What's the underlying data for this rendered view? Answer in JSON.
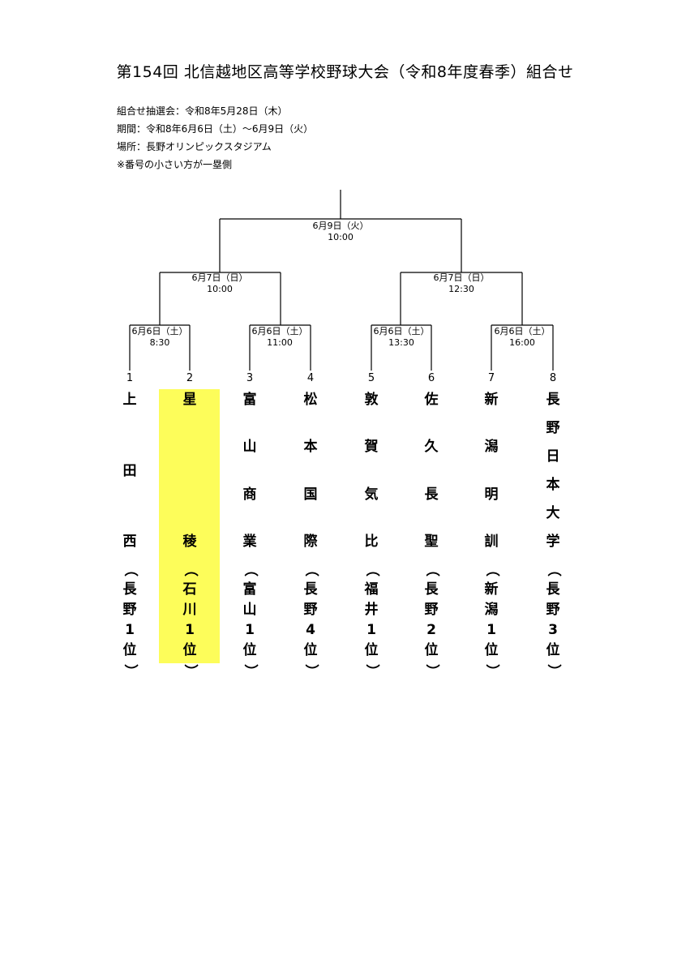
{
  "title": "第154回  北信越地区高等学校野球大会（令和8年度春季）組合せ",
  "info": {
    "draw": "組合せ抽選会：令和8年5月28日（木）",
    "period": "期間：令和8年6月6日（土）～6月9日（火）",
    "venue": "場所：長野オリンピックスタジアム",
    "note": "※番号の小さい方が一塁側"
  },
  "rounds": {
    "final": {
      "date": "6月9日（火）",
      "time": "10:00"
    },
    "semi1": {
      "date": "6月7日（日）",
      "time": "10:00"
    },
    "semi2": {
      "date": "6月7日（日）",
      "time": "12:30"
    },
    "q1": {
      "date": "6月6日（土）",
      "time": "8:30"
    },
    "q2": {
      "date": "6月6日（土）",
      "time": "11:00"
    },
    "q3": {
      "date": "6月6日（土）",
      "time": "13:30"
    },
    "q4": {
      "date": "6月6日（土）",
      "time": "16:00"
    }
  },
  "teams": [
    {
      "num": "1",
      "name": [
        "上",
        "田",
        "西"
      ],
      "pref": [
        "長",
        "野",
        "1",
        "位"
      ],
      "highlight": false
    },
    {
      "num": "2",
      "name": [
        "星",
        "稜"
      ],
      "pref": [
        "石",
        "川",
        "1",
        "位"
      ],
      "highlight": true
    },
    {
      "num": "3",
      "name": [
        "富",
        "山",
        "商",
        "業"
      ],
      "pref": [
        "富",
        "山",
        "1",
        "位"
      ],
      "highlight": false
    },
    {
      "num": "4",
      "name": [
        "松",
        "本",
        "国",
        "際"
      ],
      "pref": [
        "長",
        "野",
        "4",
        "位"
      ],
      "highlight": false
    },
    {
      "num": "5",
      "name": [
        "敦",
        "賀",
        "気",
        "比"
      ],
      "pref": [
        "福",
        "井",
        "1",
        "位"
      ],
      "highlight": false
    },
    {
      "num": "6",
      "name": [
        "佐",
        "久",
        "長",
        "聖"
      ],
      "pref": [
        "長",
        "野",
        "2",
        "位"
      ],
      "highlight": false
    },
    {
      "num": "7",
      "name": [
        "新",
        "潟",
        "明",
        "訓"
      ],
      "pref": [
        "新",
        "潟",
        "1",
        "位"
      ],
      "highlight": false
    },
    {
      "num": "8",
      "name": [
        "長",
        "野",
        "日",
        "本",
        "大",
        "学"
      ],
      "pref": [
        "長",
        "野",
        "3",
        "位"
      ],
      "highlight": false
    }
  ],
  "paren_open": "（",
  "paren_close": "）"
}
